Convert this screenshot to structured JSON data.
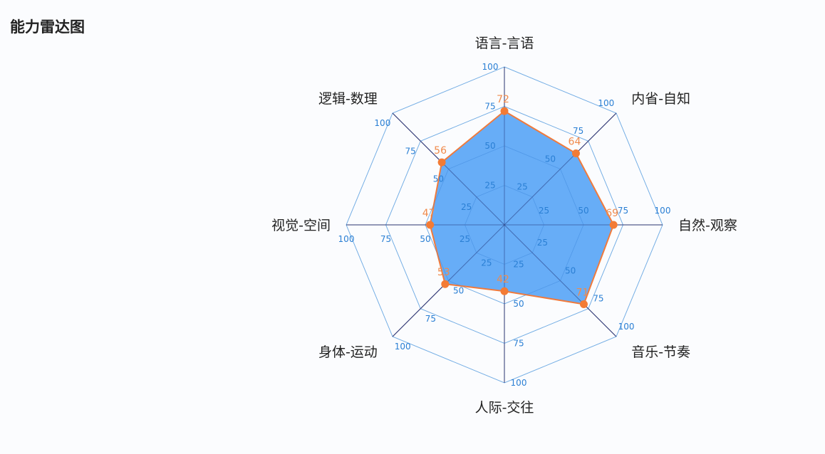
{
  "chart_data": {
    "type": "radar",
    "title": "能力雷达图",
    "categories": [
      "语言-言语",
      "内省-自知",
      "自然-观察",
      "音乐-节奏",
      "人际-交往",
      "身体-运动",
      "视觉-空间",
      "逻辑-数理"
    ],
    "values": [
      72,
      64,
      69,
      71,
      42,
      53,
      47,
      56
    ],
    "range": [
      0,
      100
    ],
    "ticks": [
      "25",
      "50",
      "75",
      "100"
    ],
    "tick_values": [
      25,
      50,
      75,
      100
    ],
    "colors": {
      "fill": "#5aa6f6",
      "line": "#f07a3c",
      "point": "#f37b35",
      "grid": "#8ec3ef",
      "axis": "#2b3470"
    }
  }
}
